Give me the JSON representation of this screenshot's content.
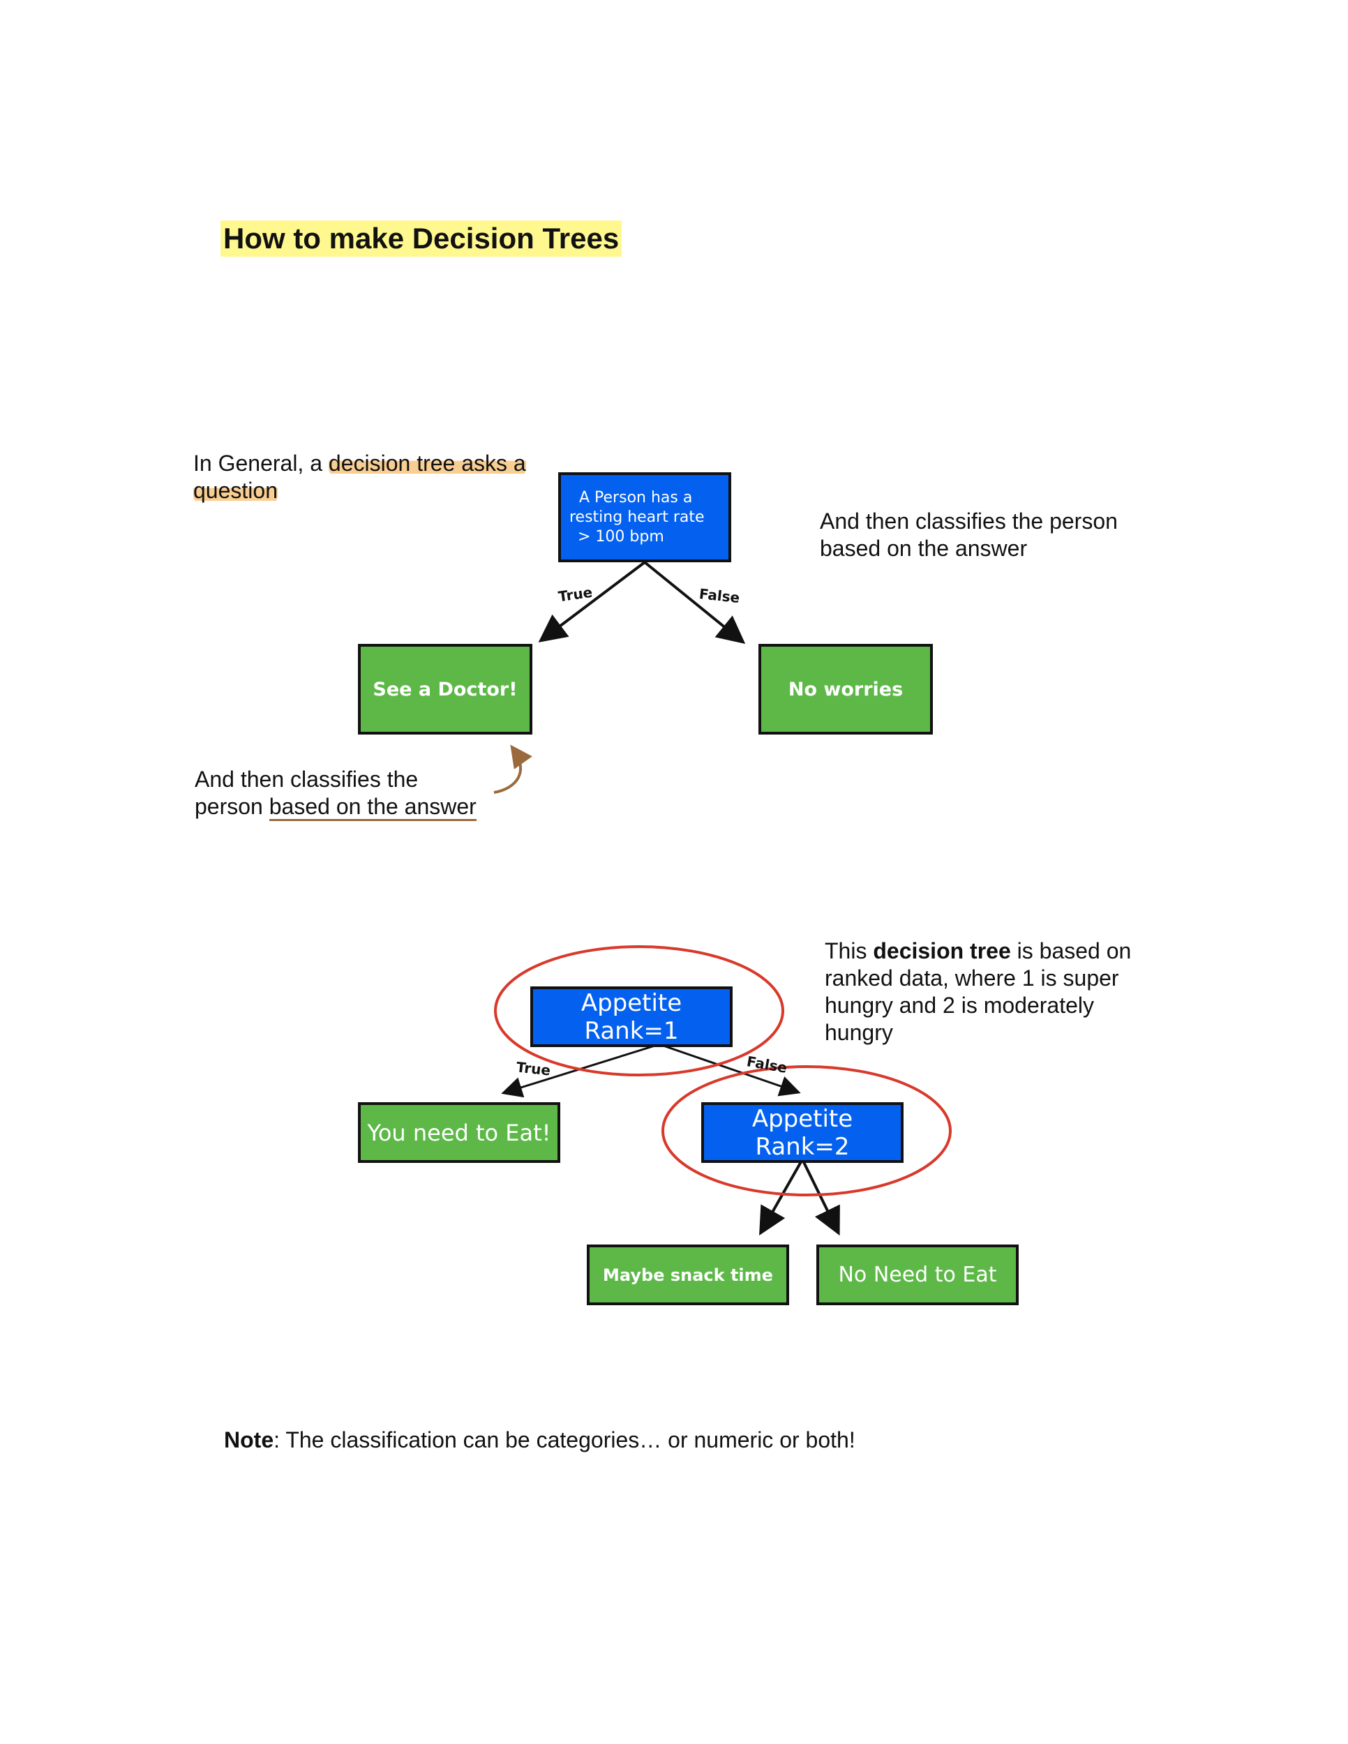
{
  "page": {
    "title": "How to make Decision Trees",
    "note_bold": "Note",
    "note_rest": ": The classification can be categories… or numeric or both!"
  },
  "tree1": {
    "intro_prefix": "In General, a ",
    "intro_highlight1": "decision tree asks a",
    "intro_highlight2": "question",
    "right_note": "And then classifies the person based on the answer",
    "bottom_note_line1": "And then classifies the",
    "bottom_note_prefix": "person ",
    "bottom_note_underlined": "based on the answer",
    "root_line1": "A Person has  a",
    "root_line2": "resting  heart rate",
    "root_line3": "> 100 bpm",
    "true_label": "True",
    "false_label": "False",
    "leaf_true": "See a Doctor!",
    "leaf_false": "No worries"
  },
  "tree2": {
    "desc_pre": "This ",
    "desc_bold": "decision tree",
    "desc_post": " is based on ranked data, where 1 is super hungry and 2 is moderately hungry",
    "root": "Appetite Rank=1",
    "true_label": "True",
    "false_label": "False",
    "leaf_true": "You need to Eat!",
    "node2": "Appetite Rank=2",
    "leaf_left": "Maybe snack time",
    "leaf_right": "No Need to Eat"
  },
  "colors": {
    "decision_node": "#0461ef",
    "leaf_node": "#5db848",
    "title_highlight": "#fff88f",
    "text_highlight": "#f7be6e",
    "circle": "#d8392b",
    "arrow_annotation": "#9a6a3c"
  }
}
